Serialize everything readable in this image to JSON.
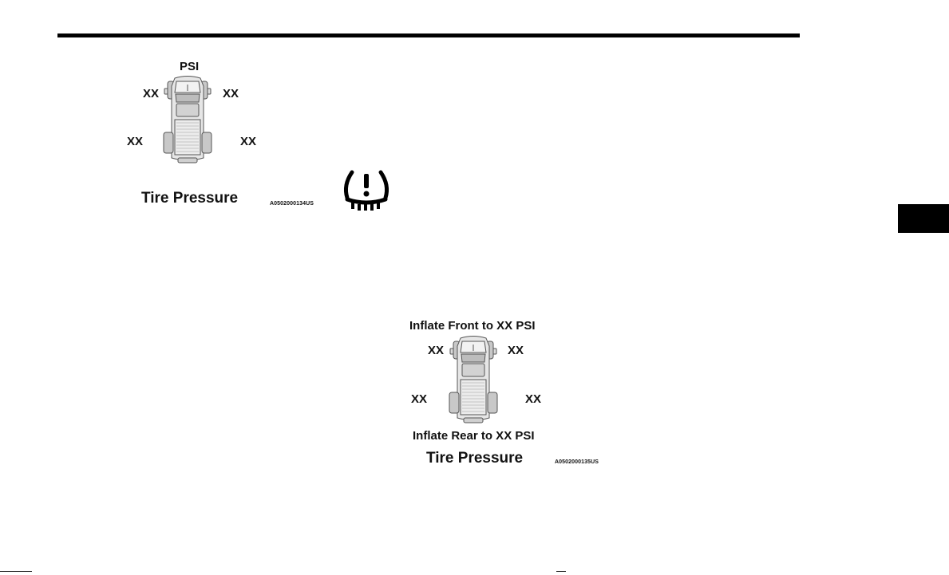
{
  "figure1": {
    "header": "PSI",
    "front_left": "XX",
    "front_right": "XX",
    "rear_left": "XX",
    "rear_right": "XX",
    "title": "Tire Pressure",
    "code": "A0502000134US",
    "warning_icon": "tpms-warning-icon"
  },
  "figure2": {
    "header": "Inflate Front to XX PSI",
    "front_left": "XX",
    "front_right": "XX",
    "rear_left": "XX",
    "rear_right": "XX",
    "footer": "Inflate Rear to XX PSI",
    "title": "Tire Pressure",
    "code": "A0502000135US"
  }
}
